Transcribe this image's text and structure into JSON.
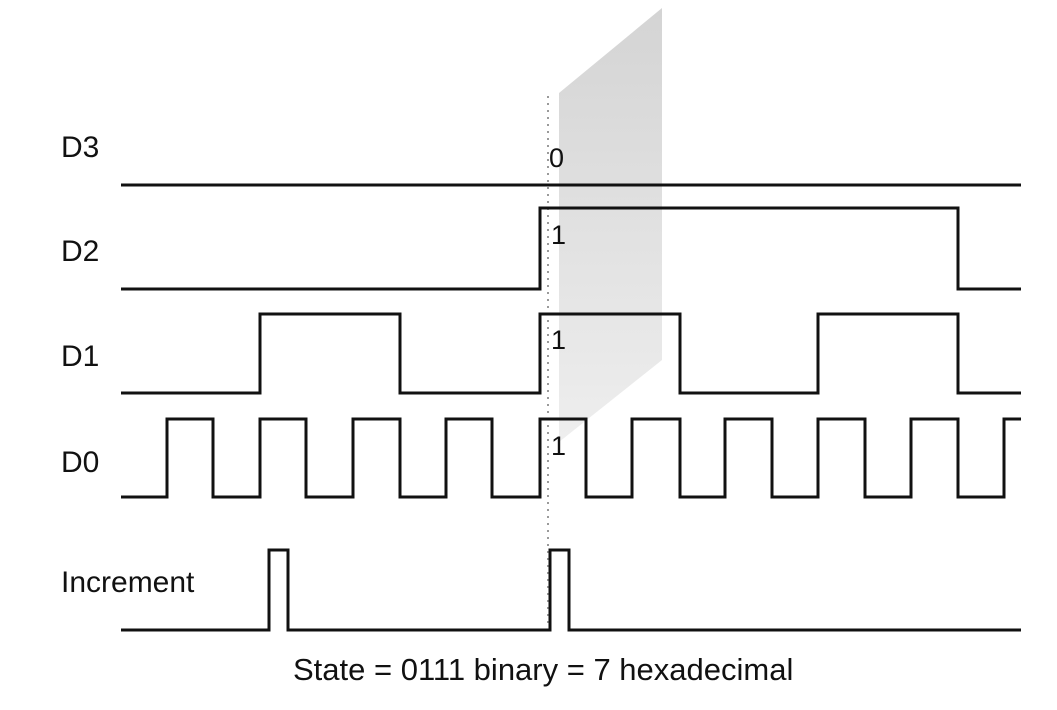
{
  "colors": {
    "waveform": "#111111",
    "sample_line": "#9a9a9a",
    "sample_band_top": "#d8d8d8",
    "sample_band_bottom": "#ececec"
  },
  "signals": {
    "d3": {
      "label": "D3",
      "state": "0"
    },
    "d2": {
      "label": "D2",
      "state": "1"
    },
    "d1": {
      "label": "D1",
      "state": "1"
    },
    "d0": {
      "label": "D0",
      "state": "1"
    },
    "increment": {
      "label": "Increment"
    }
  },
  "caption": "State =  0111 binary = 7 hexadecimal"
}
